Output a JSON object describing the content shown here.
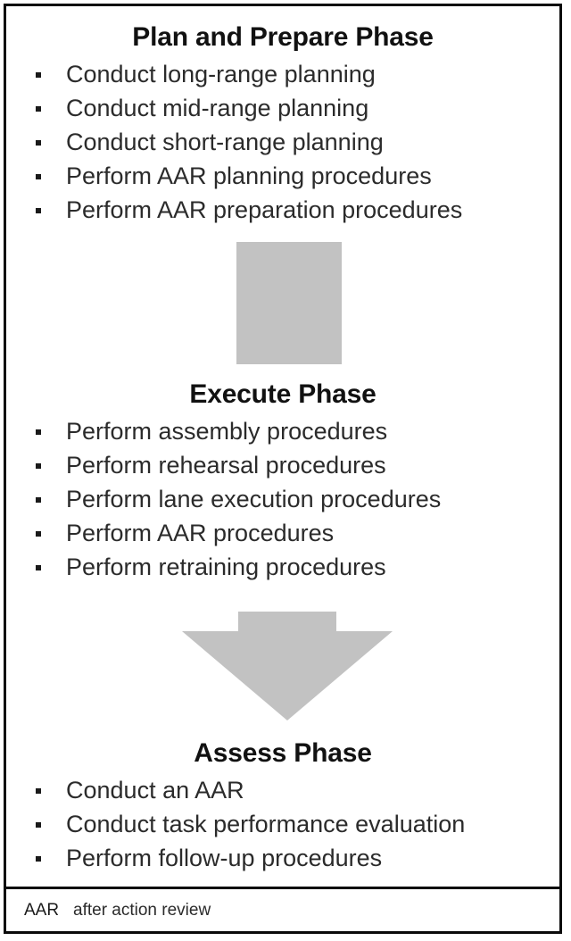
{
  "figure": {
    "phases": [
      {
        "id": "plan-and-prepare",
        "title": "Plan and Prepare Phase",
        "items": [
          "Conduct long-range planning",
          "Conduct mid-range planning",
          "Conduct short-range planning",
          "Perform AAR planning procedures",
          "Perform AAR preparation procedures"
        ]
      },
      {
        "id": "execute",
        "title": "Execute Phase",
        "items": [
          "Perform assembly procedures",
          "Perform rehearsal procedures",
          "Perform lane execution procedures",
          "Perform AAR procedures",
          "Perform retraining procedures"
        ]
      },
      {
        "id": "assess",
        "title": "Assess Phase",
        "items": [
          "Conduct an AAR",
          "Conduct task performance evaluation",
          "Perform follow-up procedures"
        ]
      }
    ],
    "connectors": [
      {
        "id": "plan-to-execute",
        "shape": "block-connector",
        "color": "#c2c2c2"
      },
      {
        "id": "execute-to-assess",
        "shape": "down-arrow",
        "color": "#c2c2c2"
      }
    ],
    "legend": {
      "abbreviation": "AAR",
      "definition": "after action review"
    },
    "colors": {
      "border": "#0a0a0a",
      "arrow_fill": "#c2c2c2",
      "text": "#2b2b2b",
      "title_text": "#111111",
      "background": "#ffffff"
    }
  }
}
